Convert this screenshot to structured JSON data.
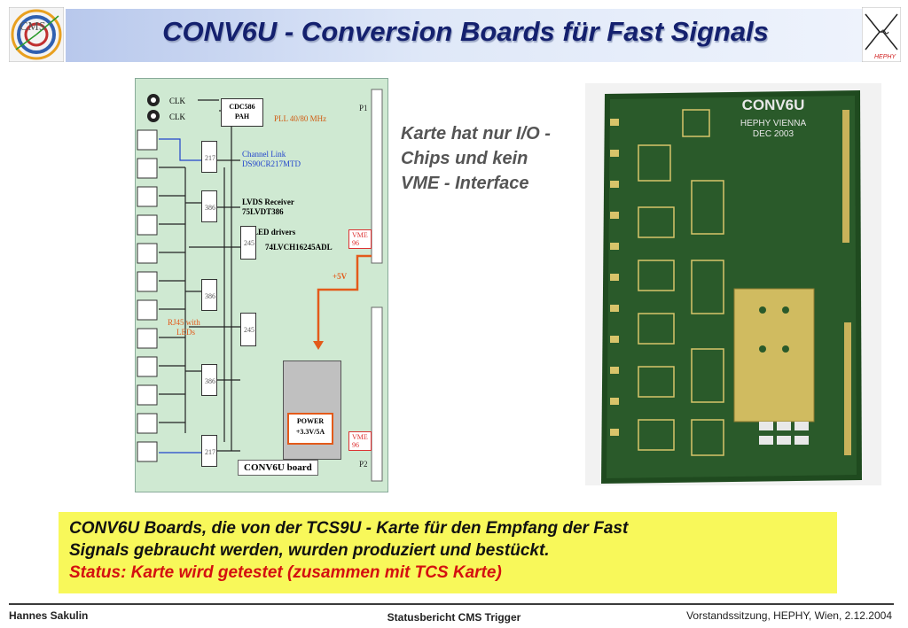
{
  "header": {
    "title": "CONV6U - Conversion Boards für Fast Signals",
    "logo_left_text": "CMS",
    "logo_right_text": "HEPHY"
  },
  "schematic": {
    "clk1": "CLK",
    "clk2": "CLK",
    "cdc_line1": "CDC586",
    "cdc_line2": "PAH",
    "pll": "PLL 40/80 MHz",
    "p1": "P1",
    "p2": "P2",
    "channel_link_1": "Channel Link",
    "channel_link_2": "DS90CR217MTD",
    "lvds_1": "LVDS Receiver",
    "lvds_2": "75LVDT386",
    "led_1": "LED drivers",
    "led_2": "74LVCH16245ADL",
    "vme_top_1": "VME",
    "vme_top_2": "96",
    "vme_bottom_1": "VME",
    "vme_bottom_2": "96",
    "plus5v": "+5V",
    "rj45_1": "RJ45 with",
    "rj45_2": "LEDs",
    "power_1": "POWER",
    "power_2": "+3.3V/5A",
    "board_label": "CONV6U board",
    "chips": [
      "217",
      "386",
      "245",
      "386",
      "245",
      "386",
      "217"
    ]
  },
  "note": {
    "line1": "Karte hat nur I/O -",
    "line2": "Chips und kein",
    "line3": "VME - Interface"
  },
  "photo": {
    "label1": "CONV6U",
    "label2": "HEPHY VIENNA",
    "label3": "DEC 2003"
  },
  "info": {
    "line1": "CONV6U Boards, die von der TCS9U - Karte für den Empfang der Fast",
    "line2": "Signals gebraucht werden, wurden produziert und bestückt.",
    "status": "Status: Karte wird getestet (zusammen mit TCS Karte)"
  },
  "footer": {
    "left": "Hannes Sakulin",
    "center": "Statusbericht CMS Trigger",
    "right": "Vorstandssitzung, HEPHY, Wien, 2.12.2004"
  },
  "colors": {
    "title": "#14206e",
    "info_bg": "#f8f85a",
    "status": "#d41010",
    "board_green": "#1f4a1f",
    "schematic_bg": "#cfe9d2"
  }
}
